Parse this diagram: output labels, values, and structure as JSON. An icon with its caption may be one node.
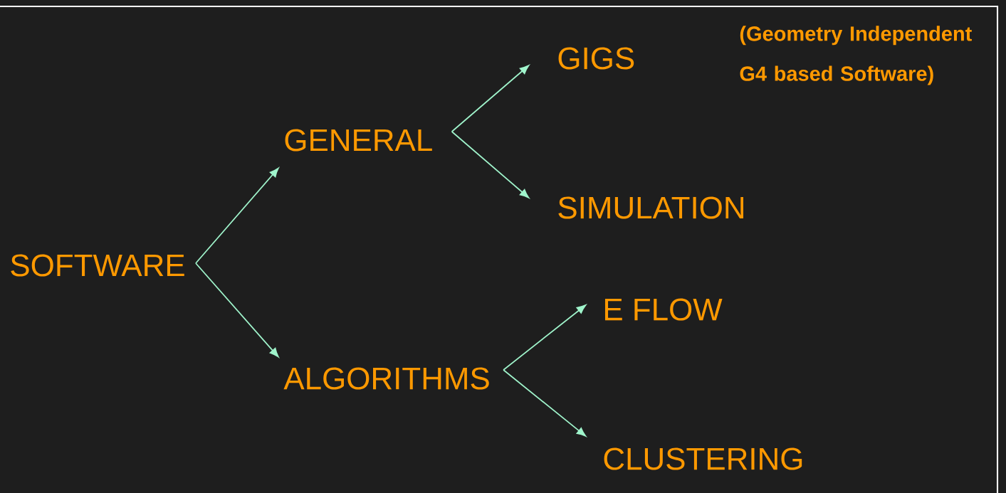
{
  "diagram": {
    "nodes": [
      {
        "text": [
          "SOFTWARE"
        ]
      },
      {
        "text": [
          "GENERAL"
        ]
      },
      {
        "text": [
          "GIGS"
        ]
      },
      {
        "text": [
          "SIMULATION"
        ]
      },
      {
        "text": [
          "ALGORITHMS"
        ]
      },
      {
        "text": [
          "E FLOW"
        ]
      },
      {
        "text": [
          "CLUSTERING"
        ]
      }
    ],
    "edges": [
      {
        "from": 0,
        "to": 1,
        "arrow": "to"
      },
      {
        "from": 0,
        "to": 4,
        "arrow": "to"
      },
      {
        "from": 1,
        "to": 2,
        "arrow": "to"
      },
      {
        "from": 1,
        "to": 3,
        "arrow": "to"
      },
      {
        "from": 4,
        "to": 5,
        "arrow": "to"
      },
      {
        "from": 4,
        "to": 6,
        "arrow": "to"
      }
    ],
    "labels": [
      "(Geometry Independent G4 based Software)"
    ]
  }
}
